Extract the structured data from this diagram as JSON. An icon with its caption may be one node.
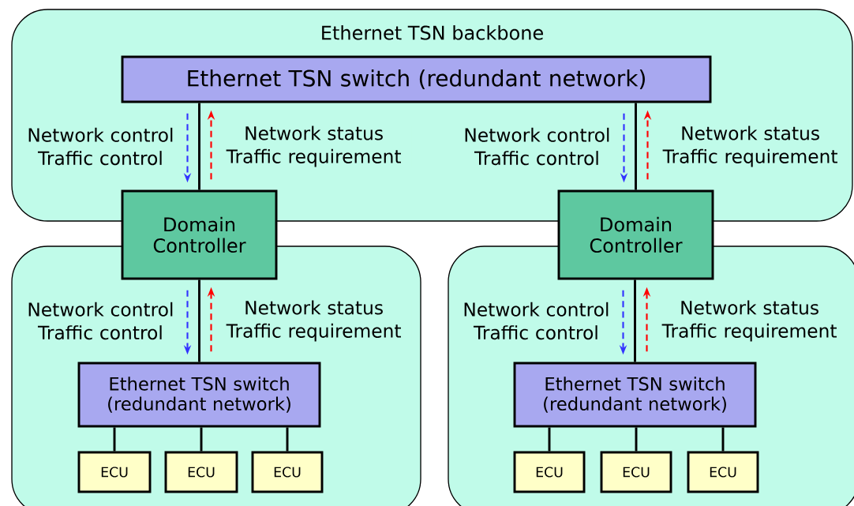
{
  "diagram": {
    "nodes": [
      {
        "text": [
          "Ethernet TSN backbone"
        ]
      },
      {
        "text": [
          "Ethernet TSN switch (redundant network)"
        ],
        "in": 0
      },
      {
        "text": [
          "Domain Controller"
        ]
      },
      {
        "text": [
          "Domain Controller"
        ]
      },
      {
        "text": [],
        "shape": "box"
      },
      {
        "text": [],
        "shape": "box"
      },
      {
        "text": [
          "Ethernet TSN switch (redundant network)"
        ],
        "in": 4
      },
      {
        "text": [
          "Ethernet TSN switch (redundant network)"
        ],
        "in": 5
      },
      {
        "text": [
          "ECU"
        ],
        "in": 4
      },
      {
        "text": [
          "ECU"
        ],
        "in": 4
      },
      {
        "text": [
          "ECU"
        ],
        "in": 4
      },
      {
        "text": [
          "ECU"
        ],
        "in": 5
      },
      {
        "text": [
          "ECU"
        ],
        "in": 5
      },
      {
        "text": [
          "ECU"
        ],
        "in": 5
      }
    ],
    "edges": [
      {
        "from": 1,
        "to": 2,
        "arrow": "none"
      },
      {
        "from": 1,
        "to": 3,
        "arrow": "none"
      },
      {
        "from": 2,
        "to": 6,
        "arrow": "none"
      },
      {
        "from": 3,
        "to": 7,
        "arrow": "none"
      },
      {
        "from": 6,
        "to": 8,
        "arrow": "none"
      },
      {
        "from": 6,
        "to": 9,
        "arrow": "none"
      },
      {
        "from": 6,
        "to": 10,
        "arrow": "none"
      },
      {
        "from": 7,
        "to": 11,
        "arrow": "none"
      },
      {
        "from": 7,
        "to": 12,
        "arrow": "none"
      },
      {
        "from": 7,
        "to": 13,
        "arrow": "none"
      },
      {
        "from": 1,
        "to": 2,
        "arrow": "to",
        "style": "dashed",
        "color": "#3333ff",
        "label": "Network control Traffic control"
      },
      {
        "from": 2,
        "to": 1,
        "arrow": "to",
        "style": "dashed",
        "color": "#ff0000",
        "label": "Network status Traffic requirement"
      },
      {
        "from": 1,
        "to": 3,
        "arrow": "to",
        "style": "dashed",
        "color": "#3333ff",
        "label": "Network control Traffic control"
      },
      {
        "from": 3,
        "to": 1,
        "arrow": "to",
        "style": "dashed",
        "color": "#ff0000",
        "label": "Network status Traffic requirement"
      },
      {
        "from": 2,
        "to": 6,
        "arrow": "to",
        "style": "dashed",
        "color": "#3333ff",
        "label": "Network control Traffic control"
      },
      {
        "from": 6,
        "to": 2,
        "arrow": "to",
        "style": "dashed",
        "color": "#ff0000",
        "label": "Network status Traffic requirement"
      },
      {
        "from": 3,
        "to": 7,
        "arrow": "to",
        "style": "dashed",
        "color": "#3333ff",
        "label": "Network control Traffic control"
      },
      {
        "from": 7,
        "to": 3,
        "arrow": "to",
        "style": "dashed",
        "color": "#ff0000",
        "label": "Network status Traffic requirement"
      }
    ]
  }
}
